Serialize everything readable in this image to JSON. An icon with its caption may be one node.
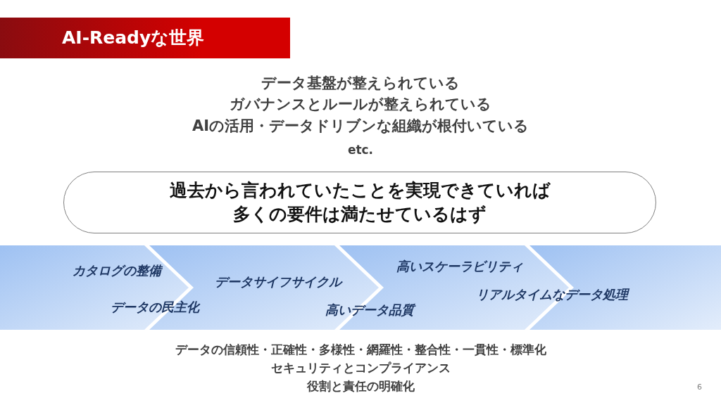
{
  "diagram": {
    "title": "AI-Readyな世界",
    "nodes": [
      {
        "text": [
          "過去から言われていたことを実現できていれば多くの要件は満たせているはず"
        ]
      }
    ],
    "labels": [
      "データ基盤が整えられている",
      "ガバナンスとルールが整えられている",
      "AIの活用・データドリブンな組織が根付いている",
      "etc.",
      "カタログの整備",
      "データの民主化",
      "データサイフサイクル",
      "高いスケーラビリティ",
      "高いデータ品質",
      "リアルタイムなデータ処理",
      "データの信頼性・正確性・多様性・網羅性・整合性・一貫性・標準化",
      "セキュリティとコンプライアンス",
      "役割と責任の明確化",
      "6"
    ]
  }
}
